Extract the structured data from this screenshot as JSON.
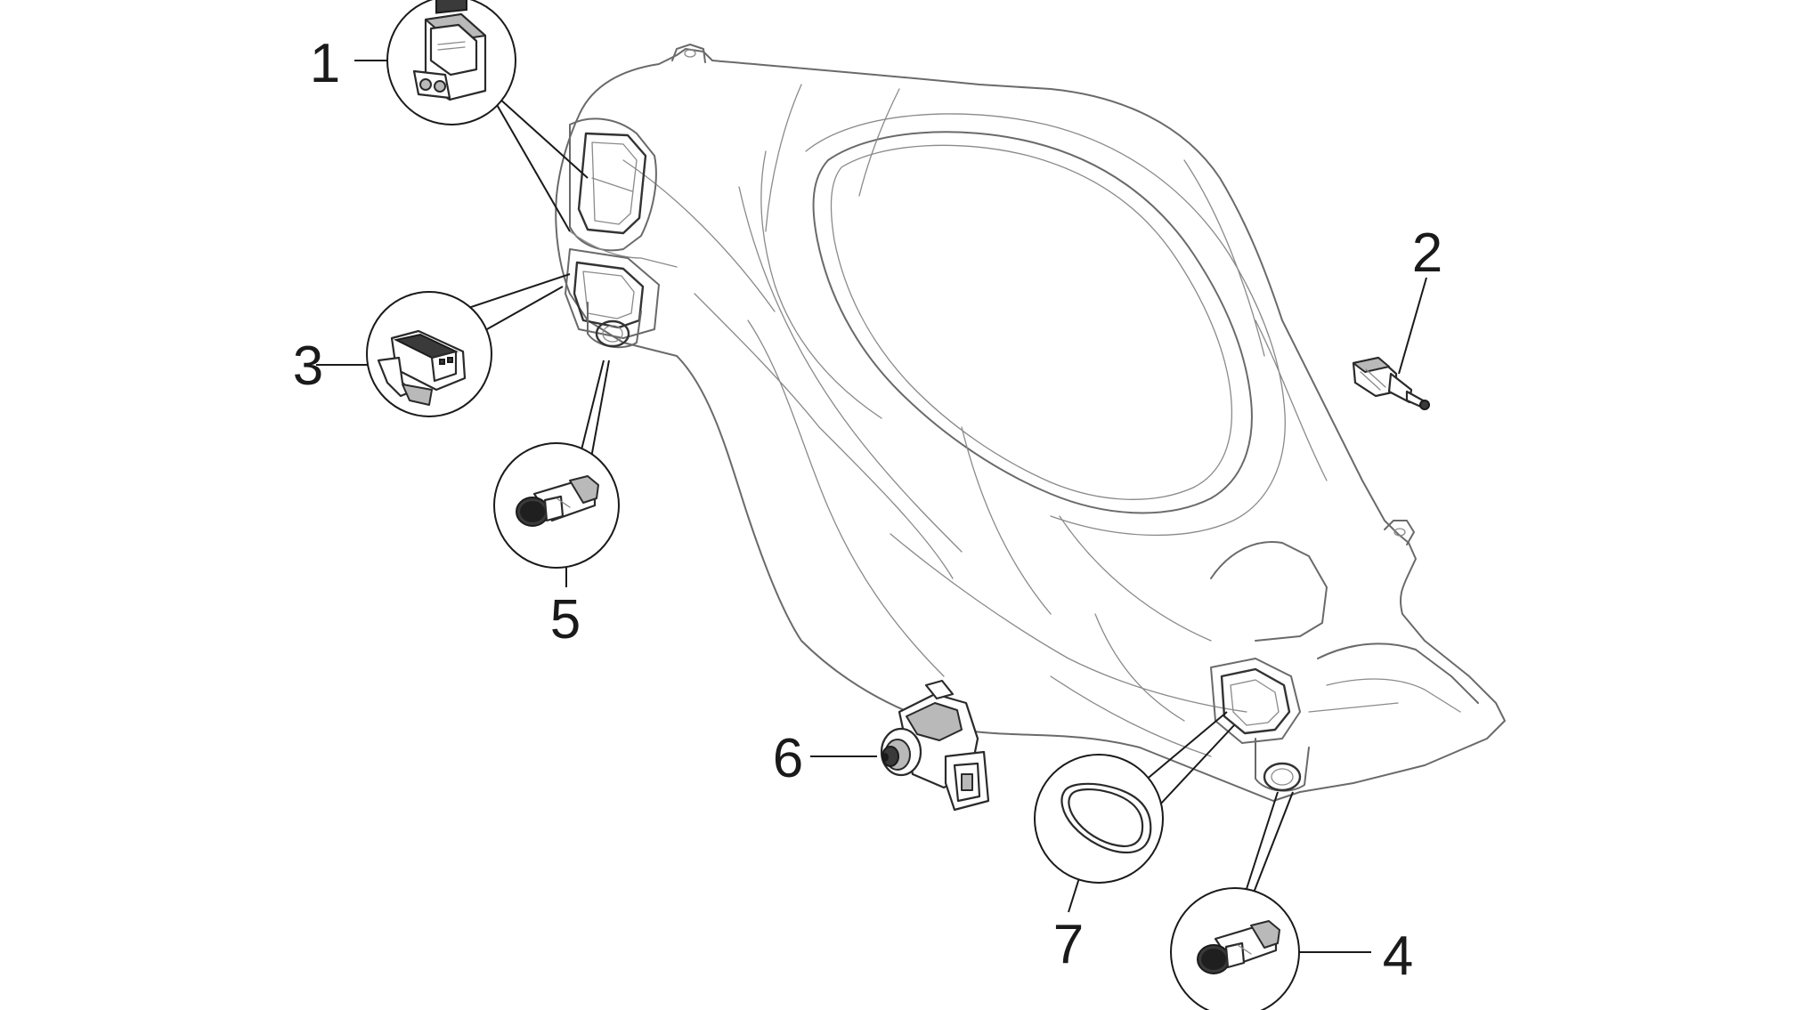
{
  "diagram": {
    "part_numbers": [
      {
        "id": "part-1",
        "label": "1"
      },
      {
        "id": "part-2",
        "label": "2"
      },
      {
        "id": "part-3",
        "label": "3"
      },
      {
        "id": "part-4",
        "label": "4"
      },
      {
        "id": "part-5",
        "label": "5"
      },
      {
        "id": "part-6",
        "label": "6"
      },
      {
        "id": "part-7",
        "label": "7"
      }
    ]
  },
  "colors": {
    "line": "#1a1a1a",
    "housing_outline": "#6a6a6a",
    "background": "#ffffff"
  }
}
